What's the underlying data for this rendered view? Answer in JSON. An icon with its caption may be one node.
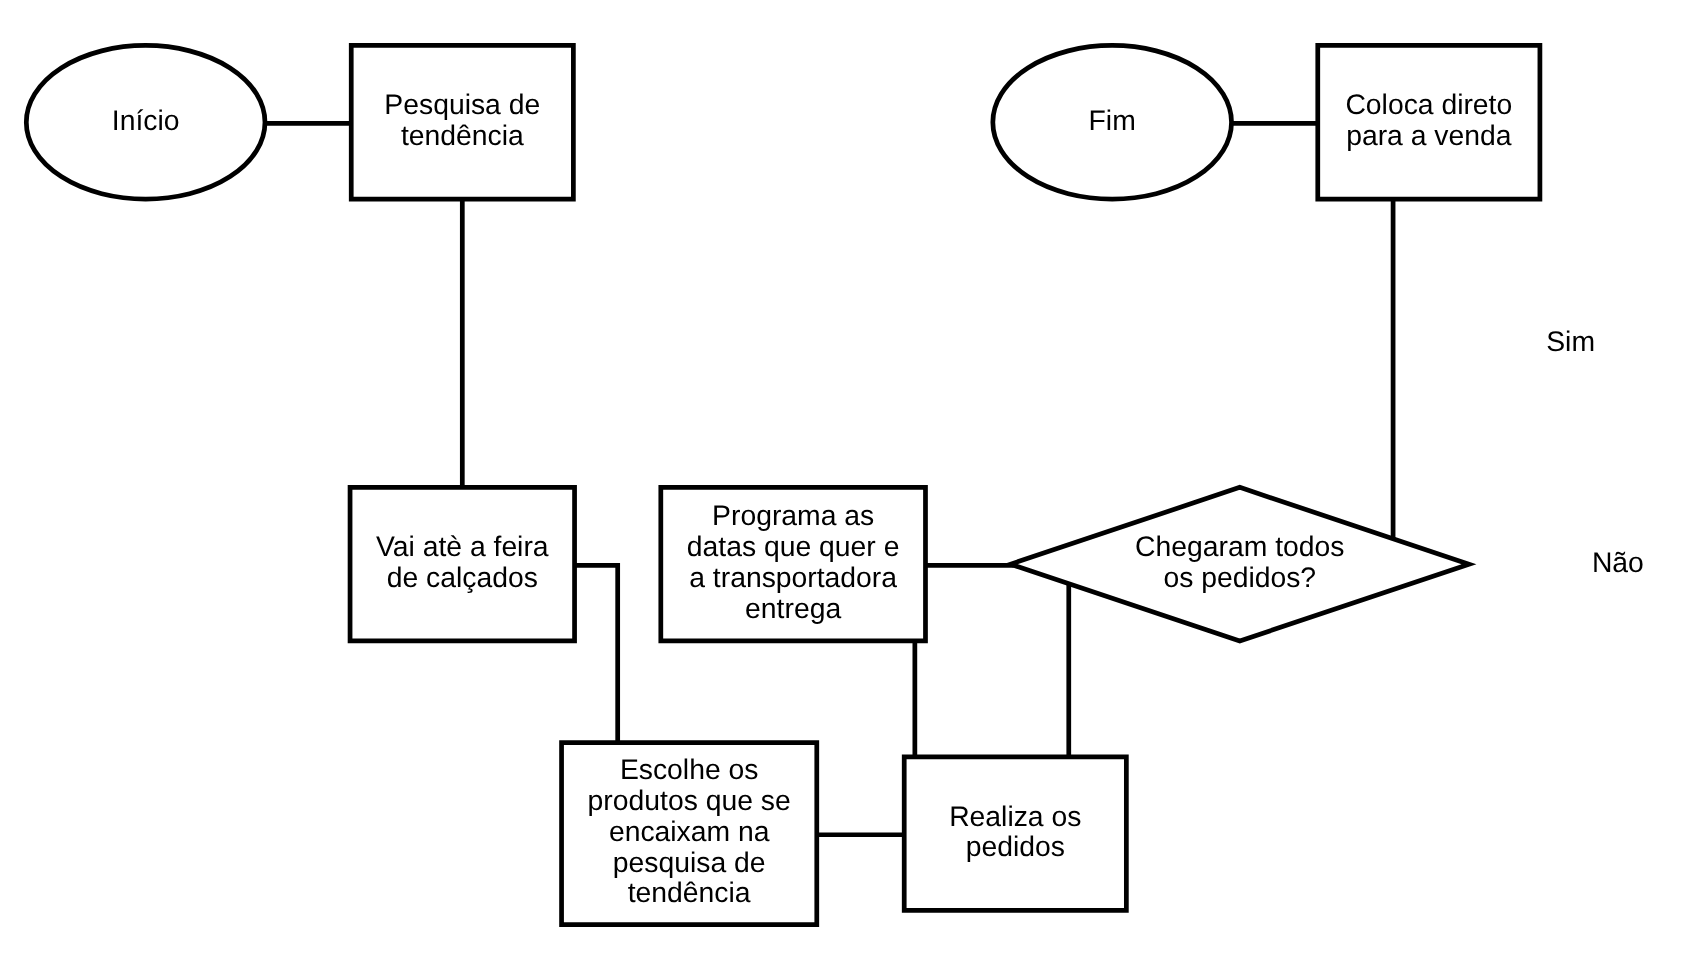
{
  "diagram": {
    "nodes": [
      {
        "text": [
          "Início"
        ]
      },
      {
        "text": [
          "Pesquisa de tendência"
        ]
      },
      {
        "text": [
          "Vai atè a feira de calçados"
        ]
      },
      {
        "text": [
          "Escolhe os produtos que se encaixam na pesquisa de tendência"
        ]
      },
      {
        "text": [
          "Realiza os pedidos"
        ]
      },
      {
        "text": [
          "Programa as datas que quer e a transportadora entrega"
        ]
      },
      {
        "text": [
          "Chegaram todos os pedidos?"
        ]
      },
      {
        "text": [
          "Fim"
        ]
      },
      {
        "text": [
          "Coloca direto para a venda"
        ]
      }
    ],
    "edges": [
      {
        "from": 0,
        "to": 1,
        "arrow": "none"
      },
      {
        "from": 1,
        "to": 2,
        "arrow": "none"
      },
      {
        "from": 2,
        "to": 3,
        "arrow": "none"
      },
      {
        "from": 3,
        "to": 4,
        "arrow": "none"
      },
      {
        "from": 4,
        "to": 5,
        "arrow": "none"
      },
      {
        "from": 5,
        "to": 6,
        "arrow": "none"
      },
      {
        "from": 4,
        "to": 6,
        "arrow": "none"
      },
      {
        "from": 6,
        "to": 8,
        "arrow": "none"
      },
      {
        "from": 7,
        "to": 8,
        "arrow": "none"
      }
    ],
    "labels": [
      "Sim",
      "Não"
    ]
  }
}
